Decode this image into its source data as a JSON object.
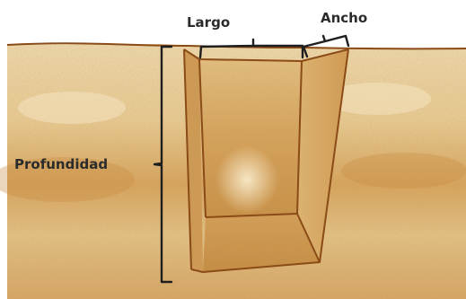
{
  "labels": {
    "length": "Largo",
    "width": "Ancho",
    "depth": "Profundidad"
  },
  "colors": {
    "soil_light": "#efd9a8",
    "soil_mid": "#dcae6c",
    "soil_dark": "#b97a33",
    "edge": "#8a4b17",
    "bracket": "#1e1e1e",
    "background": "#ffffff"
  }
}
